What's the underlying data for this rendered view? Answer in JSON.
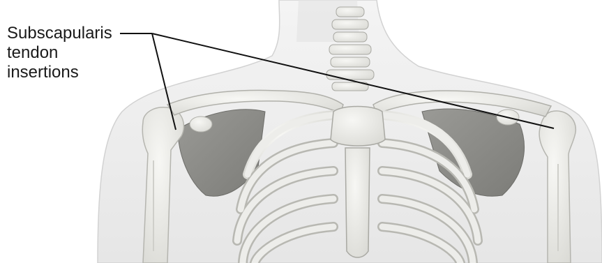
{
  "annotation": {
    "lines": [
      "Subscapularis",
      "tendon",
      "insertions"
    ]
  },
  "colors": {
    "background": "#ffffff",
    "skin_fill": "#ececec",
    "skin_outline": "#d4d4d4",
    "bone": "#e9e9e5",
    "bone_outline": "#b8b8b2",
    "muscle": "#8d8d8a",
    "leader_line": "#111111"
  }
}
